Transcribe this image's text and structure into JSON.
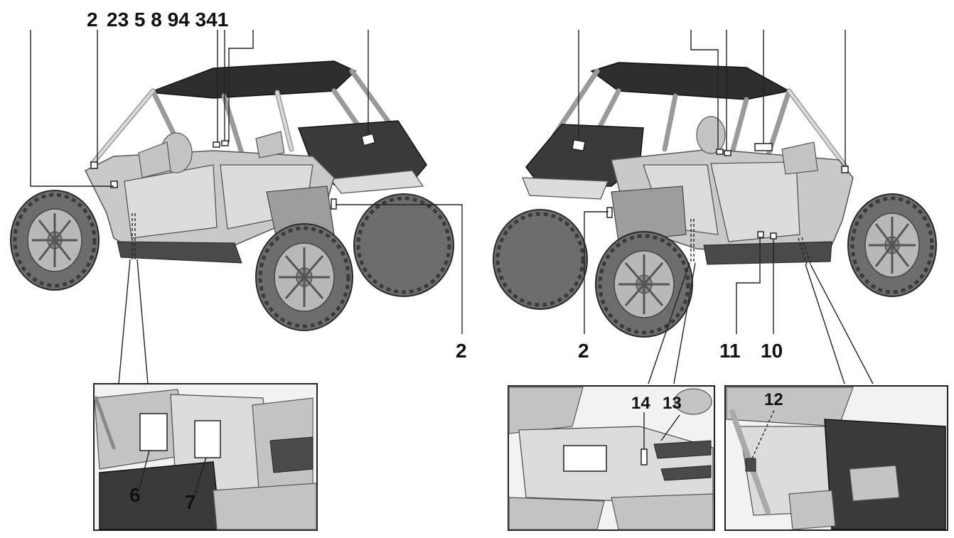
{
  "callouts": {
    "top_left_left": "2",
    "top_left_group": "23 5 8 94 341",
    "left_right_bottom": "2",
    "right_left_bottom": "2",
    "right_11": "11",
    "right_10": "10",
    "inset1_6": "6",
    "inset1_7": "7",
    "inset2_14": "14",
    "inset2_13": "13",
    "inset3_12": "12"
  },
  "colors": {
    "ink": "#111111",
    "roof": "#2e2e2e",
    "body": "#c9c9c9",
    "paper": "#ffffff"
  }
}
